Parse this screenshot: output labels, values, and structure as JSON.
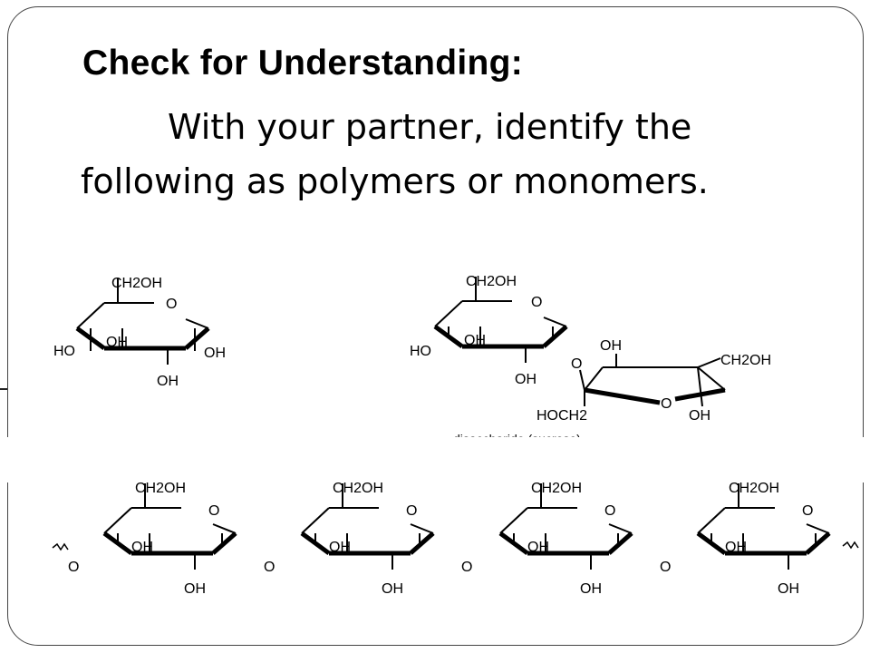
{
  "slide": {
    "heading": "Check for Understanding:",
    "instruction": "With your partner, identify the following as polymers or monomers."
  },
  "structures": {
    "atom_labels": {
      "ch2oh": "CH2OH",
      "ring_o": "O",
      "oh": "OH",
      "ho": "HO",
      "hoch2": "HOCH2"
    },
    "disaccharide_caption": "disaccharide (sucrose)"
  }
}
